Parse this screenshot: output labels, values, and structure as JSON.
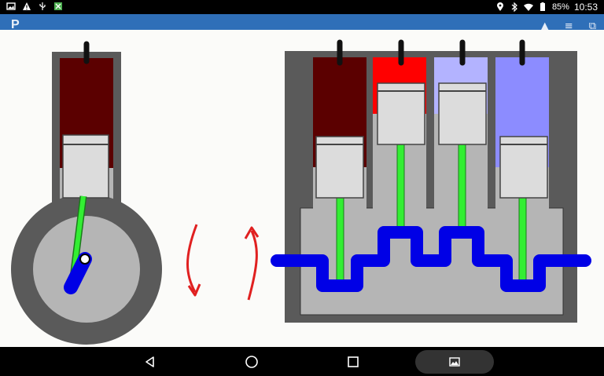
{
  "status_bar": {
    "left_icons": [
      "image-icon",
      "warning-icon",
      "usb-icon",
      "app-icon"
    ],
    "right_icons": [
      "location-icon",
      "bluetooth-icon",
      "wifi-icon",
      "battery-icon"
    ],
    "battery": "85%",
    "time": "10:53"
  },
  "app_bar": {
    "title": "P",
    "actions": [
      "▲",
      "≡",
      "⧉"
    ]
  },
  "diagram": {
    "colors": {
      "cylinder_dark": "#5b0000",
      "cylinder_red": "#ff0000",
      "cylinder_light_purple": "#b3b3ff",
      "cylinder_purple": "#8c8cff",
      "piston": "#dcdcdc",
      "rod": "#33ee33",
      "crankshaft": "#0000e6",
      "engine_block": "#5a5a5a",
      "crankcase": "#b5b5b5",
      "arrow": "#e02020"
    }
  },
  "nav_bar": {
    "buttons": [
      "back-icon",
      "home-icon",
      "recents-icon",
      "screenshot-icon"
    ]
  }
}
